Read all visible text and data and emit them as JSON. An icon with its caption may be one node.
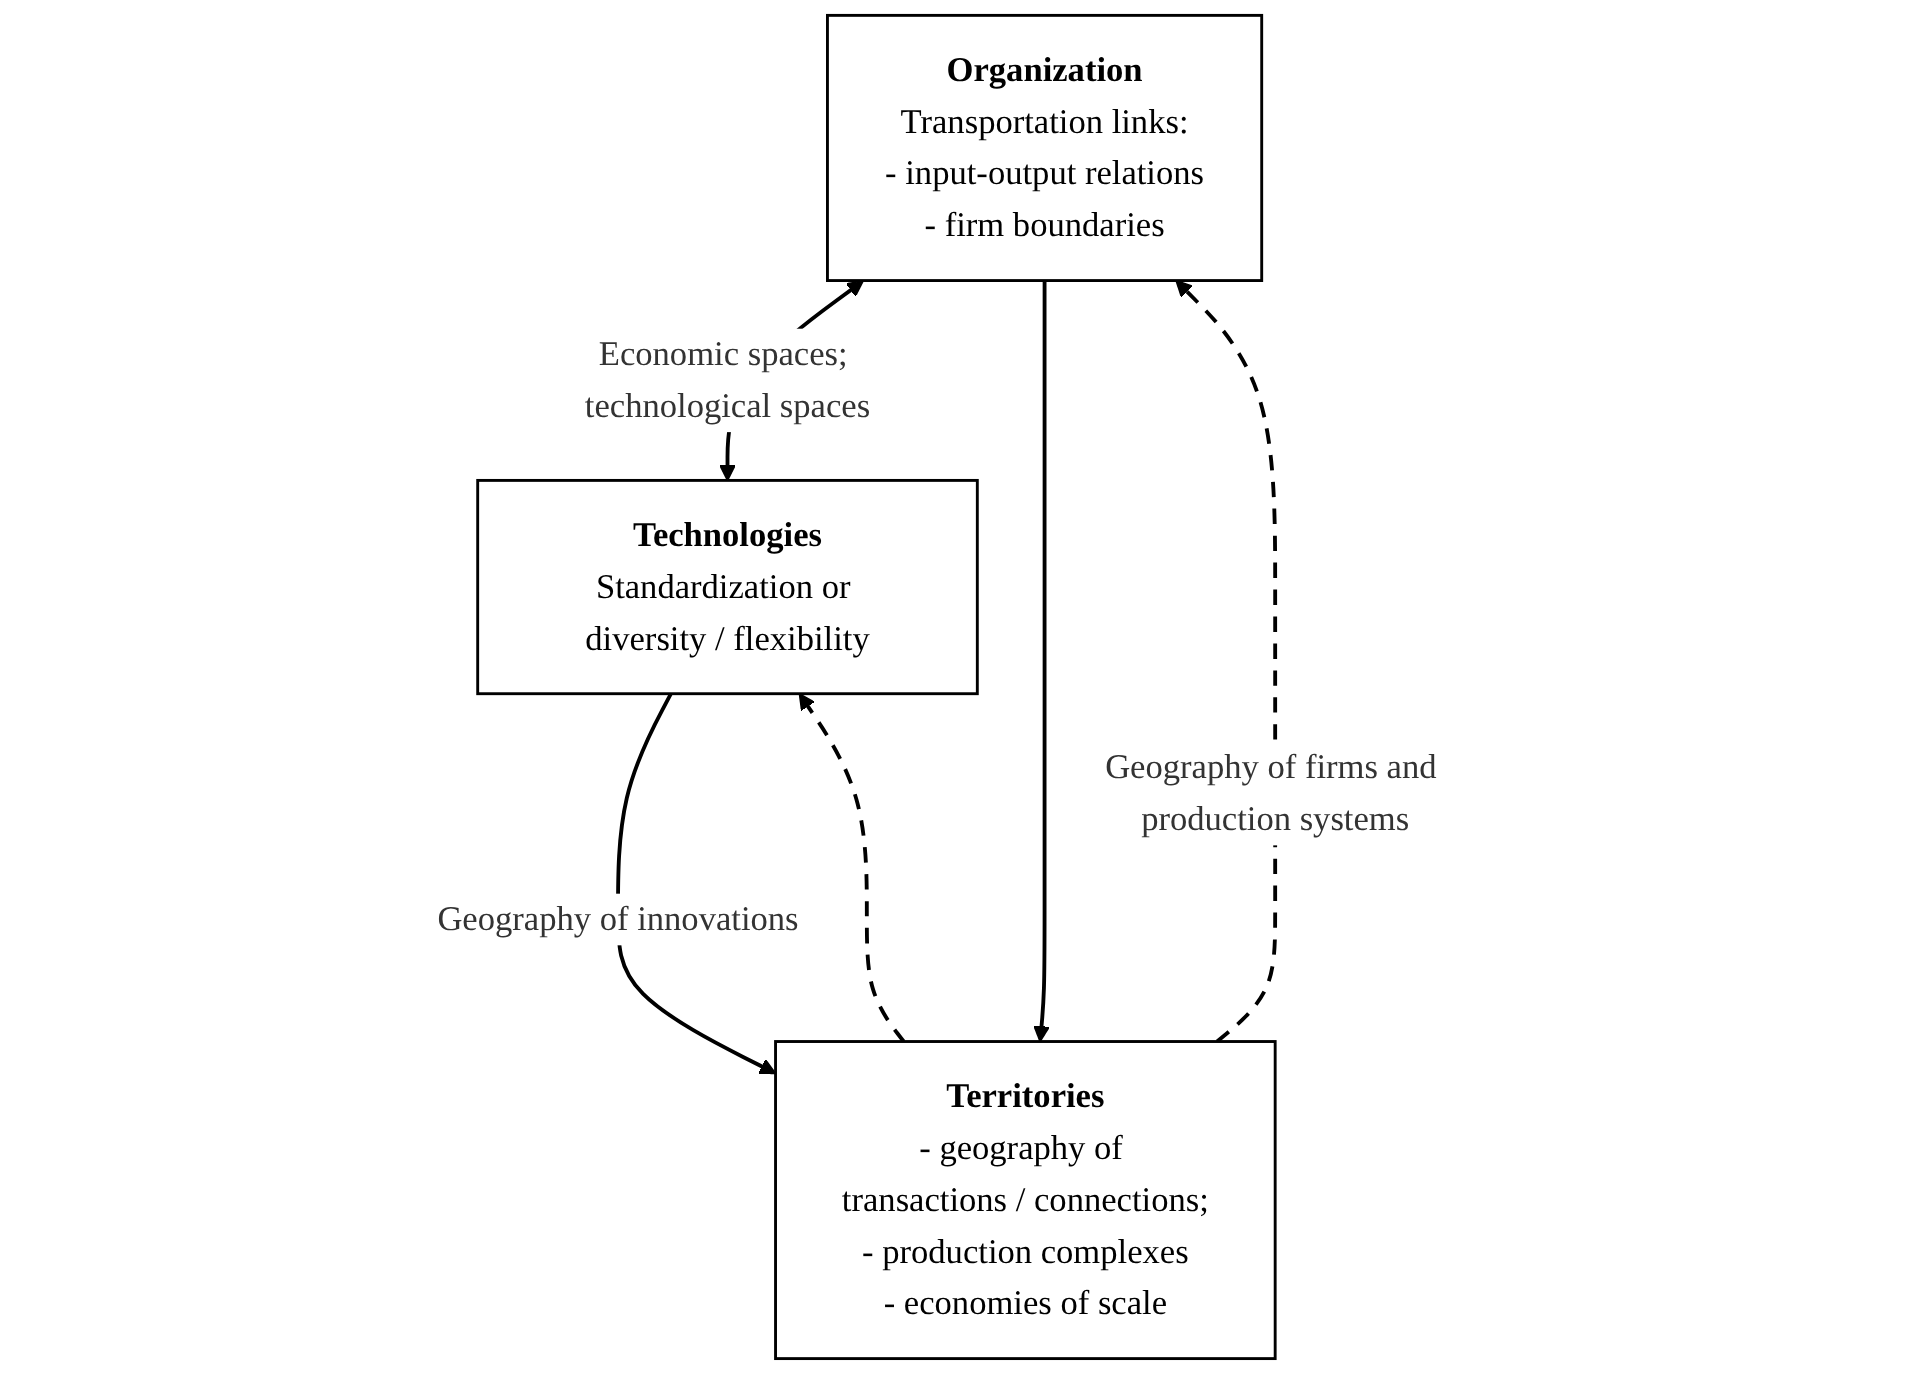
{
  "diagram": {
    "nodes": [
      {
        "text": [
          "Organization",
          "Transportation links:",
          "- input-output relations",
          "- firm boundaries"
        ]
      },
      {
        "text": [
          "Technologies",
          "Standardization or diversity / flexibility"
        ]
      },
      {
        "text": [
          "Territories",
          "- geography of transactions / connections;",
          "- production complexes",
          "- economies of scale"
        ]
      }
    ],
    "edges": [
      {
        "from": 0,
        "to": 1,
        "arrow": "both",
        "label": "Economic spaces; technological spaces"
      },
      {
        "from": 0,
        "to": 2,
        "arrow": "to"
      },
      {
        "from": 2,
        "to": 0,
        "arrow": "to",
        "style": "dashed",
        "label": "Geography of firms and production systems"
      },
      {
        "from": 1,
        "to": 2,
        "arrow": "to",
        "label": "Geography of innovations"
      },
      {
        "from": 2,
        "to": 1,
        "arrow": "to",
        "style": "dashed"
      }
    ]
  }
}
